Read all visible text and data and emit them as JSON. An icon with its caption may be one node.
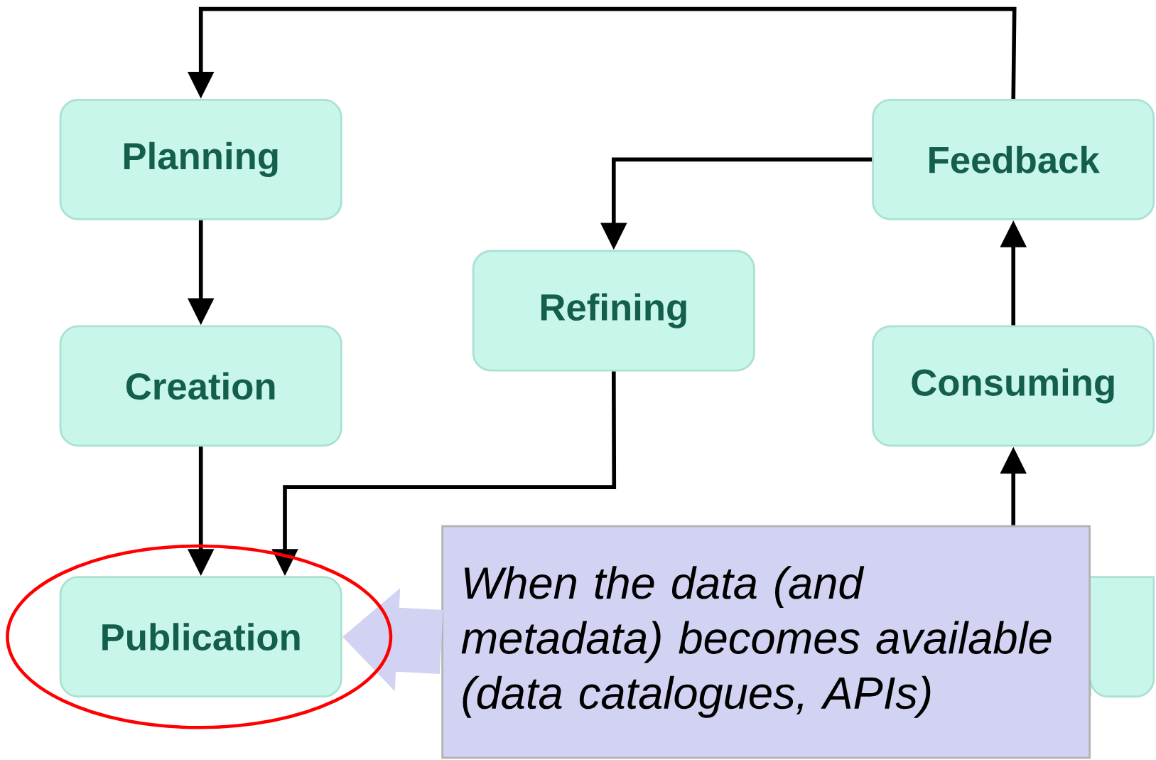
{
  "diagram": {
    "nodes": [
      {
        "text": [
          "Planning"
        ]
      },
      {
        "text": [
          "Creation"
        ]
      },
      {
        "text": [
          "Publication"
        ]
      },
      {
        "text": [
          "Refining"
        ]
      },
      {
        "text": [
          "Feedback"
        ]
      },
      {
        "text": [
          "Consuming"
        ]
      },
      {
        "text": [
          "When the data (and metadata) becomes available (data catalogues, APIs)"
        ]
      }
    ],
    "edges": [
      {
        "from": 4,
        "to": 0,
        "arrow": "to"
      },
      {
        "from": 4,
        "to": 3,
        "arrow": "to"
      },
      {
        "from": 0,
        "to": 1,
        "arrow": "to"
      },
      {
        "from": 1,
        "to": 2,
        "arrow": "to"
      },
      {
        "from": 3,
        "to": 2,
        "arrow": "to"
      },
      {
        "from": 6,
        "to": 5,
        "arrow": "to"
      },
      {
        "from": 5,
        "to": 4,
        "arrow": "to"
      },
      {
        "from": 6,
        "to": 2,
        "arrow": "to",
        "style": "thick",
        "color": "#d2d2f2"
      }
    ]
  }
}
